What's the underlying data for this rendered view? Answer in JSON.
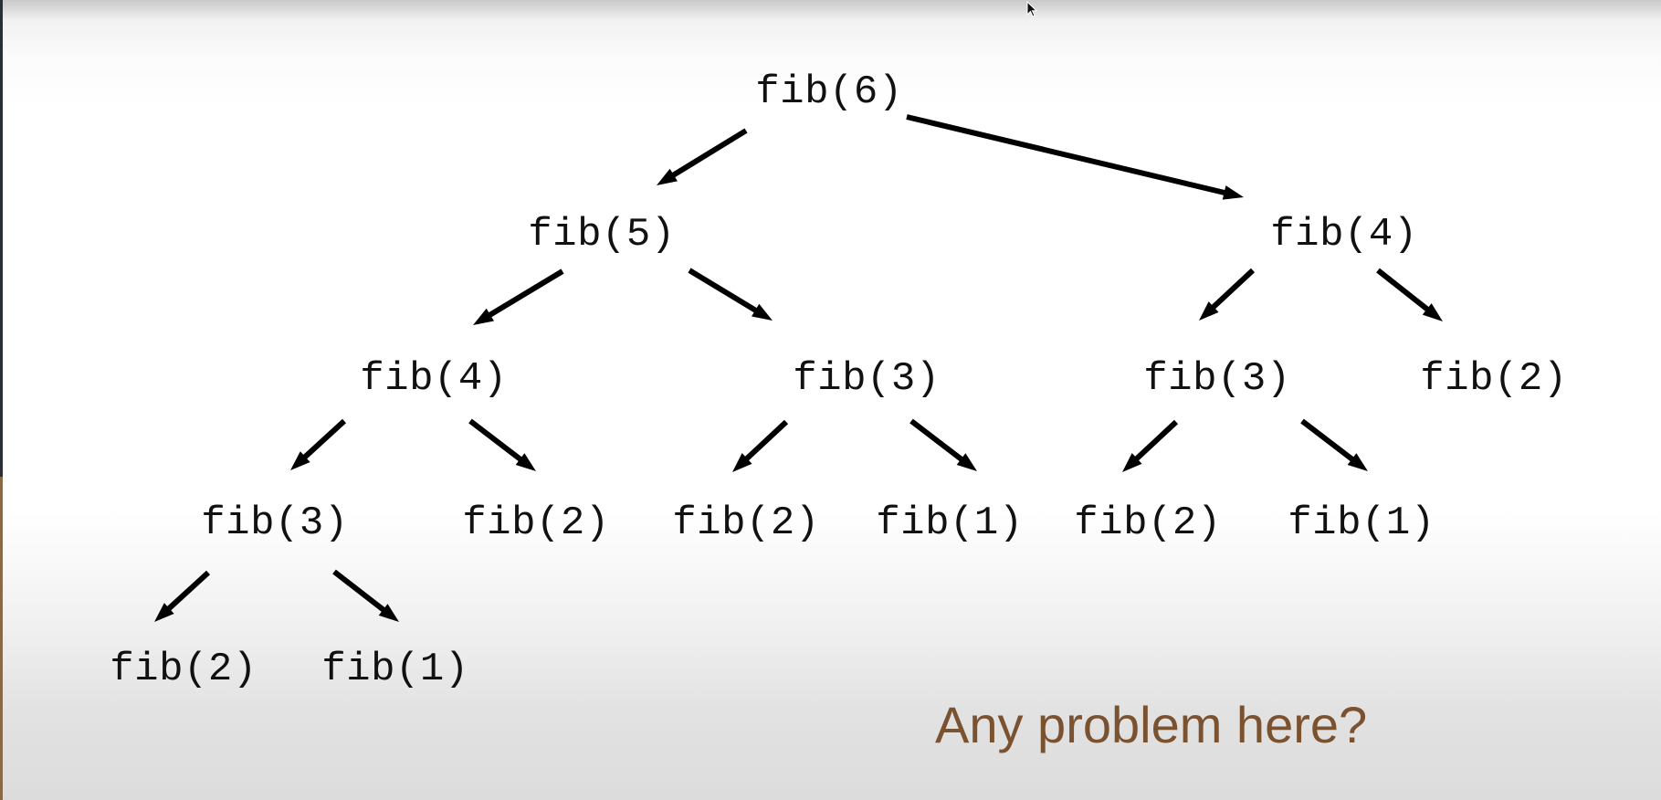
{
  "diagram": {
    "nodes": [
      {
        "id": "n6",
        "label": "fib(6)"
      },
      {
        "id": "n5",
        "label": "fib(5)"
      },
      {
        "id": "n4r",
        "label": "fib(4)"
      },
      {
        "id": "n4l",
        "label": "fib(4)"
      },
      {
        "id": "n3m",
        "label": "fib(3)"
      },
      {
        "id": "n3r",
        "label": "fib(3)"
      },
      {
        "id": "n2r1",
        "label": "fib(2)"
      },
      {
        "id": "n3l",
        "label": "fib(3)"
      },
      {
        "id": "n2a",
        "label": "fib(2)"
      },
      {
        "id": "n2b",
        "label": "fib(2)"
      },
      {
        "id": "n1a",
        "label": "fib(1)"
      },
      {
        "id": "n2c",
        "label": "fib(2)"
      },
      {
        "id": "n1b",
        "label": "fib(1)"
      },
      {
        "id": "n2d",
        "label": "fib(2)"
      },
      {
        "id": "n1c",
        "label": "fib(1)"
      }
    ],
    "edges": [
      {
        "from": "n6",
        "to": "n5"
      },
      {
        "from": "n6",
        "to": "n4r"
      },
      {
        "from": "n5",
        "to": "n4l"
      },
      {
        "from": "n5",
        "to": "n3m"
      },
      {
        "from": "n4r",
        "to": "n3r"
      },
      {
        "from": "n4r",
        "to": "n2r1"
      },
      {
        "from": "n4l",
        "to": "n3l"
      },
      {
        "from": "n4l",
        "to": "n2a"
      },
      {
        "from": "n3m",
        "to": "n2b"
      },
      {
        "from": "n3m",
        "to": "n1a"
      },
      {
        "from": "n3r",
        "to": "n2c"
      },
      {
        "from": "n3r",
        "to": "n1b"
      },
      {
        "from": "n3l",
        "to": "n2d"
      },
      {
        "from": "n3l",
        "to": "n1c"
      }
    ],
    "caption": "Any problem here?"
  },
  "colors": {
    "text": "#111111",
    "arrow": "#000000",
    "caption": "#7a5230"
  }
}
